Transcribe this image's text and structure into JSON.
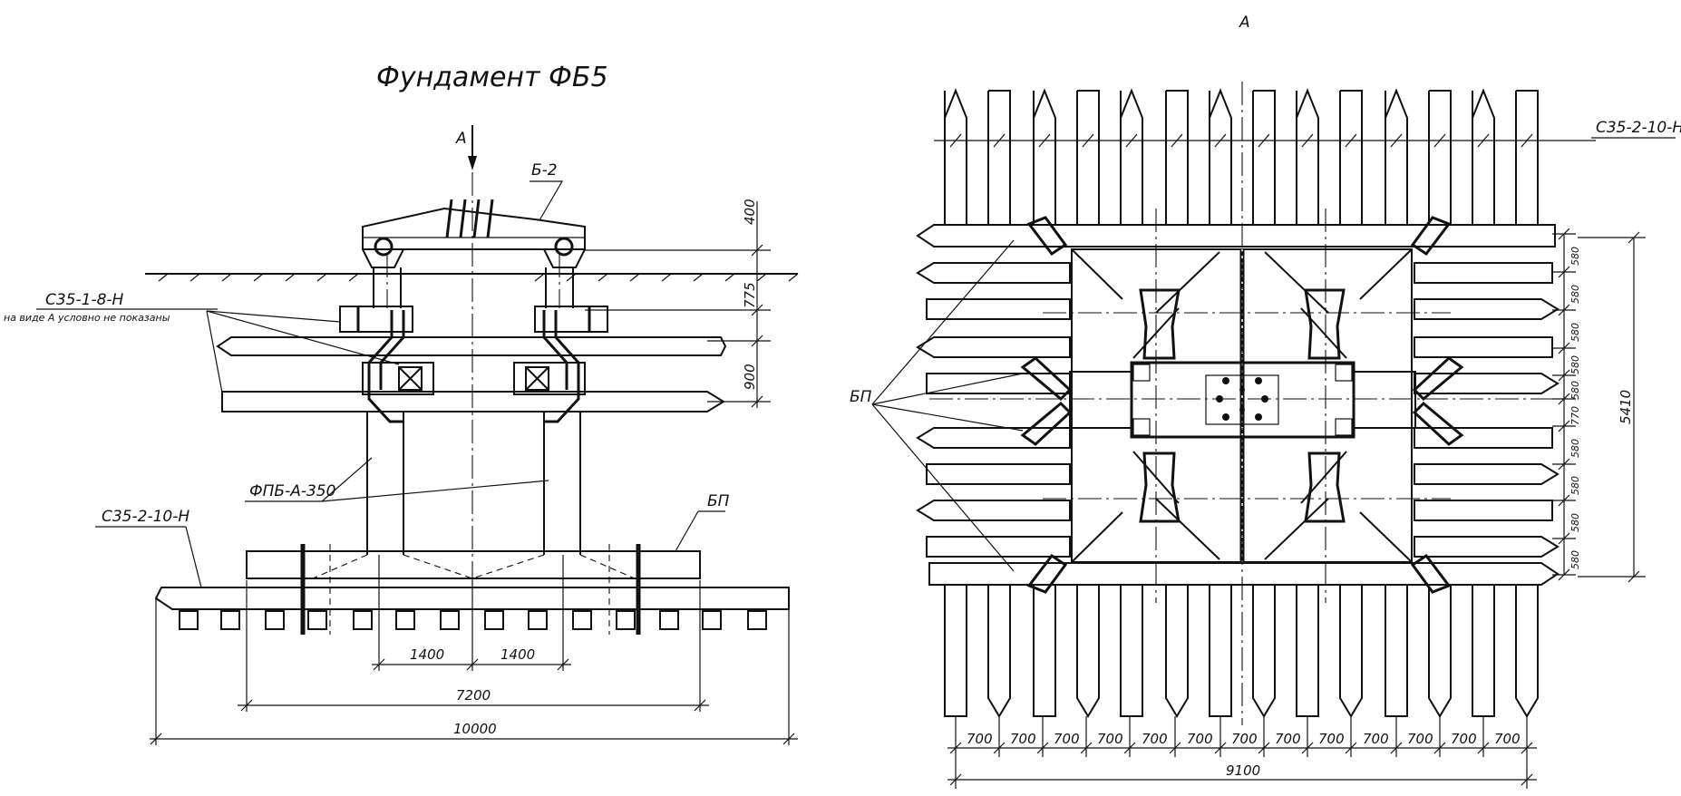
{
  "left_view": {
    "title": "Фундамент ФБ5",
    "view_marker": "А",
    "labels": {
      "block_b2": "Б-2",
      "pile_s35_1_8": "С35-1-8-Н",
      "note": "на виде А условно не показаны",
      "column_fpb": "ФПБ-А-350",
      "pile_s35_2_10": "С35-2-10-Н",
      "bp": "БП"
    },
    "dims_vertical": [
      "400",
      "775",
      "900"
    ],
    "dims_horizontal": [
      "1400",
      "1400",
      "7200",
      "10000"
    ]
  },
  "right_view": {
    "view_label": "А",
    "labels": {
      "pile_s35_2_10": "С35-2-10-Н",
      "bp": "БП"
    },
    "dims_right": [
      "580",
      "580",
      "580",
      "580",
      "580",
      "770",
      "580",
      "580",
      "580",
      "580"
    ],
    "dim_total_right": "5410",
    "dims_bottom": [
      "700",
      "700",
      "700",
      "700",
      "700",
      "700",
      "700",
      "700",
      "700",
      "700",
      "700",
      "700",
      "700"
    ],
    "dim_total_bottom": "9100"
  }
}
